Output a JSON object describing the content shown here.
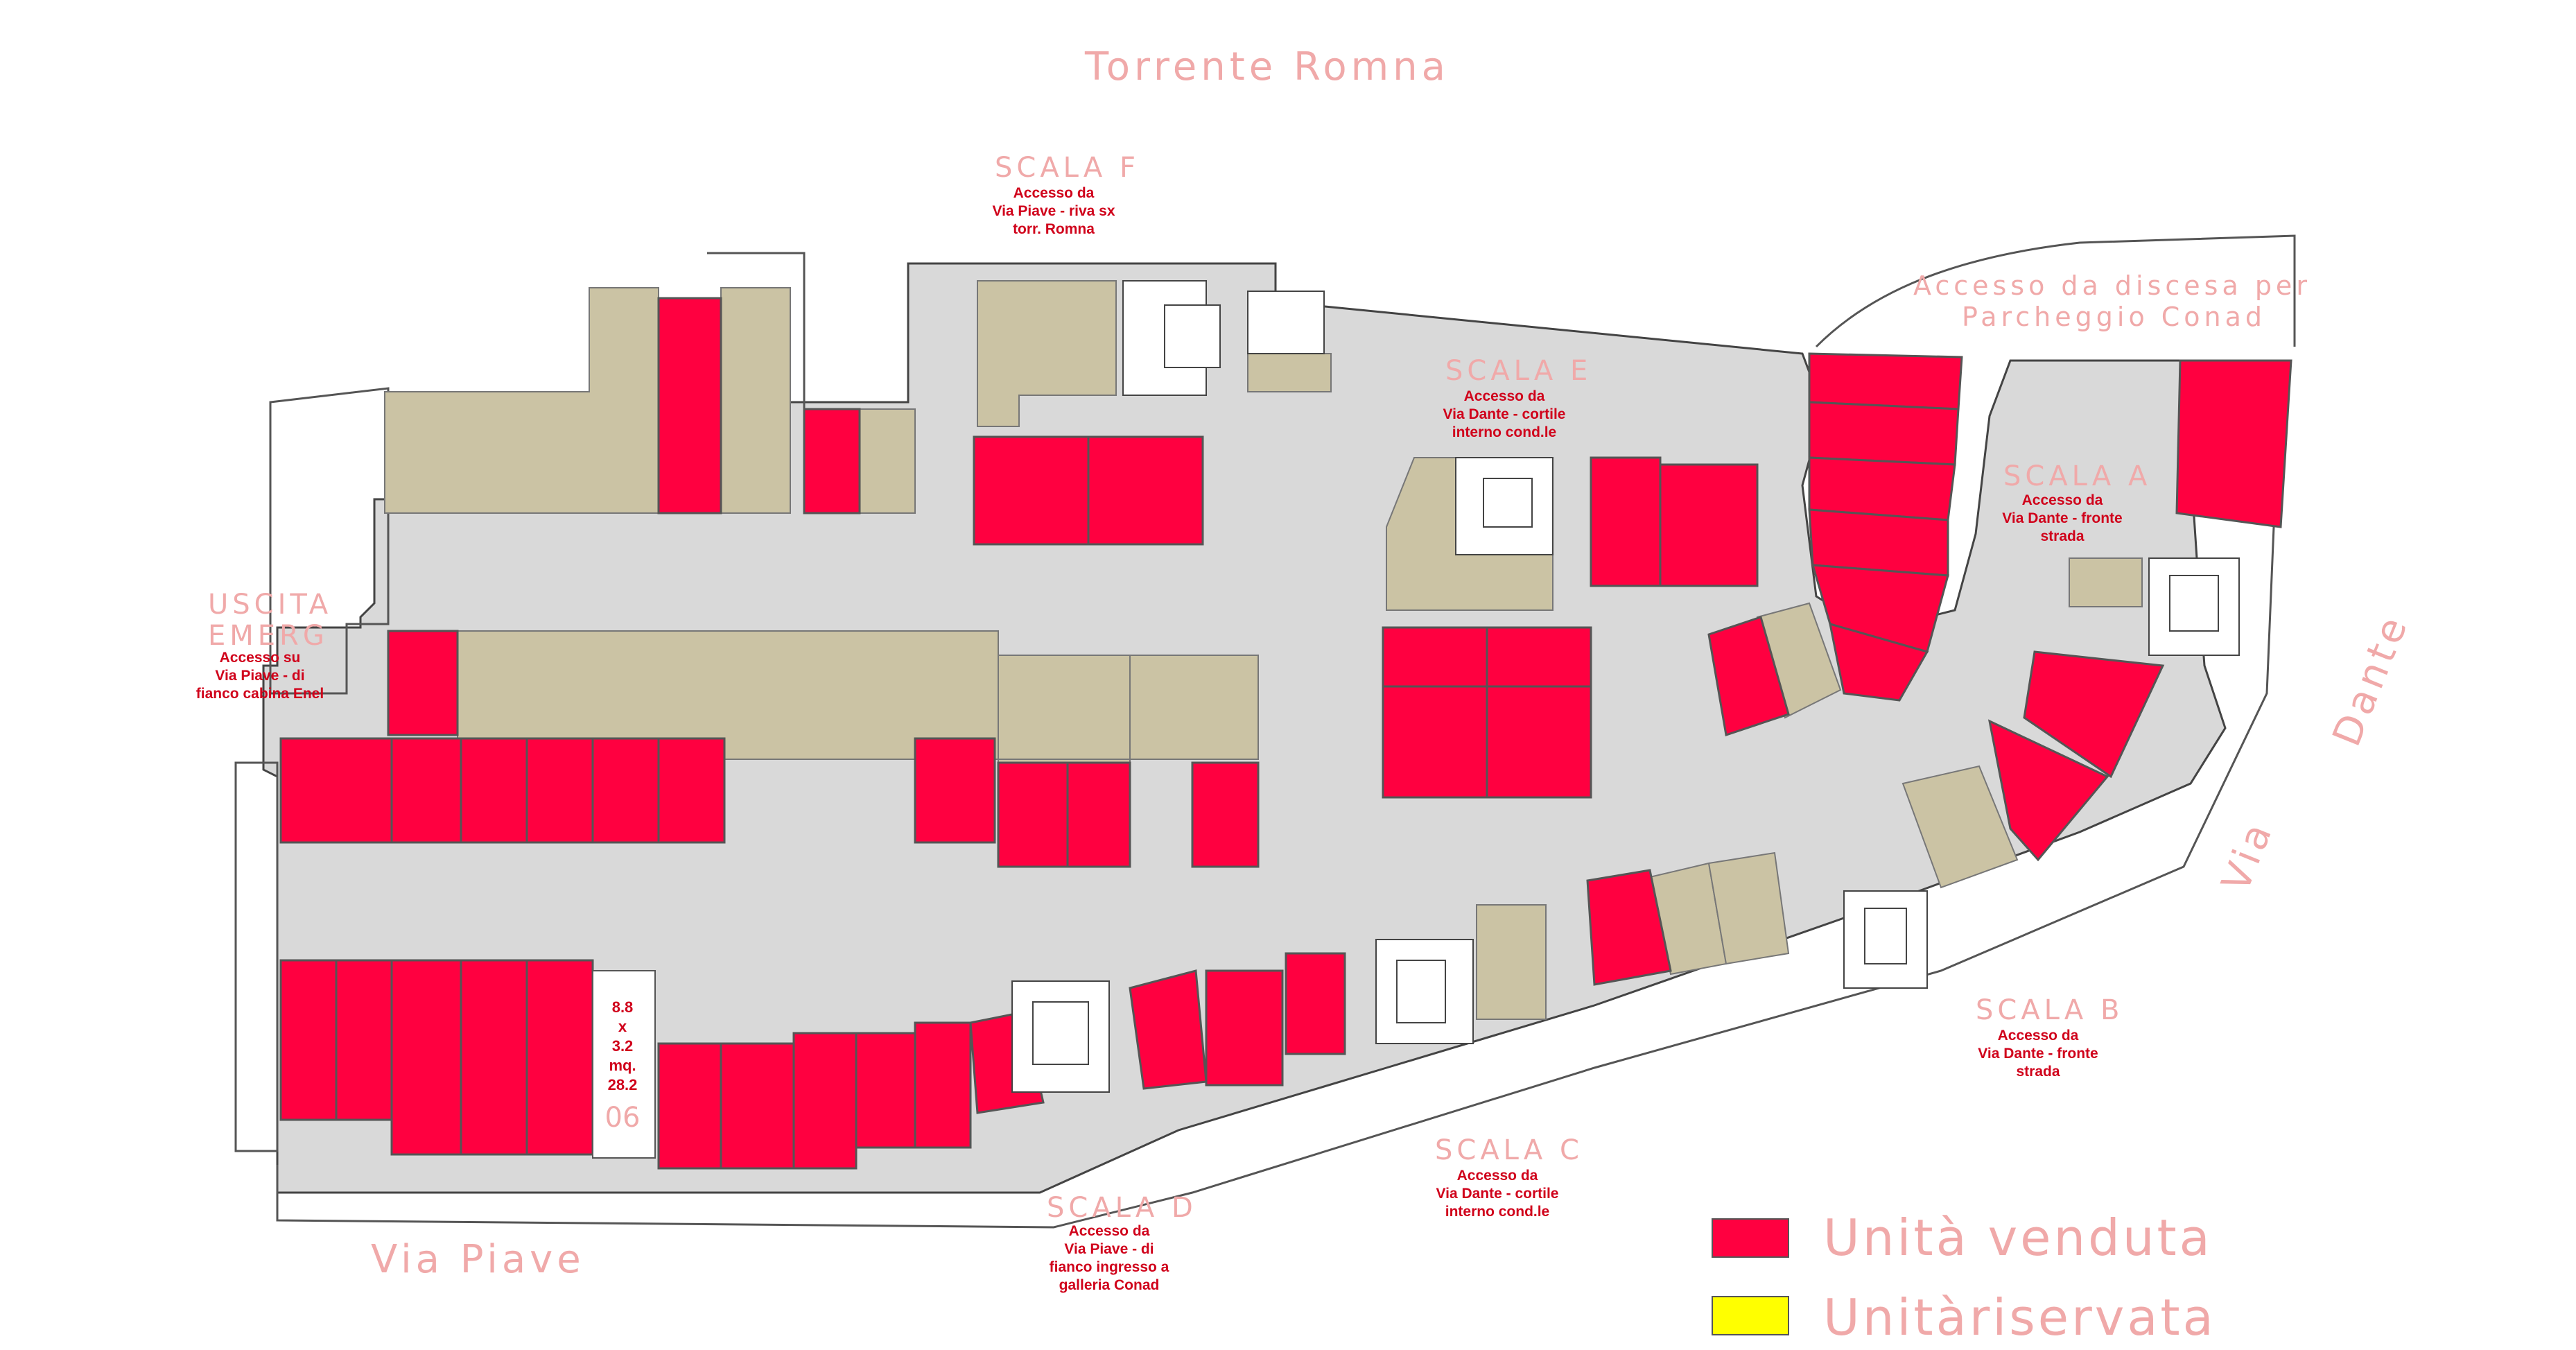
{
  "labels": {
    "torrente": "Torrente  Romna",
    "via_piave": "Via Piave",
    "via_dante_1": "Via",
    "via_dante_2": "Dante",
    "accesso_parcheggio_1": "Accesso da discesa per",
    "accesso_parcheggio_2": "Parcheggio Conad"
  },
  "scale": {
    "f": {
      "title": "SCALA F",
      "lines": [
        "Accesso da",
        "Via Piave - riva sx",
        "torr. Romna"
      ]
    },
    "e": {
      "title": "SCALA E",
      "lines": [
        "Accesso da",
        "Via Dante -  cortile",
        "interno cond.le"
      ]
    },
    "a": {
      "title": "SCALA A",
      "lines": [
        "Accesso da",
        "Via Dante -  fronte",
        "strada"
      ]
    },
    "b": {
      "title": "SCALA B",
      "lines": [
        "Accesso da",
        "Via Dante -  fronte",
        "strada"
      ]
    },
    "c": {
      "title": "SCALA C",
      "lines": [
        "Accesso da",
        "Via Dante -  cortile",
        "interno cond.le"
      ]
    },
    "d": {
      "title": "SCALA D",
      "lines": [
        "Accesso da",
        "Via Piave - di",
        "fianco ingresso a",
        "galleria Conad"
      ]
    },
    "uscita": {
      "title1": "USCITA",
      "title2": "EMERG",
      "lines": [
        "Accesso su",
        "Via Piave - di",
        "fianco cabina Enel"
      ]
    }
  },
  "unit_06": {
    "lines": [
      "8.8",
      "x",
      "3.2",
      "mq.",
      "28.2"
    ],
    "number": "06"
  },
  "legend": {
    "sold_label": "Unità venduta",
    "sold_color": "#ff0040",
    "reserved_label": "Unitàriservata",
    "reserved_color": "#ffff00"
  }
}
